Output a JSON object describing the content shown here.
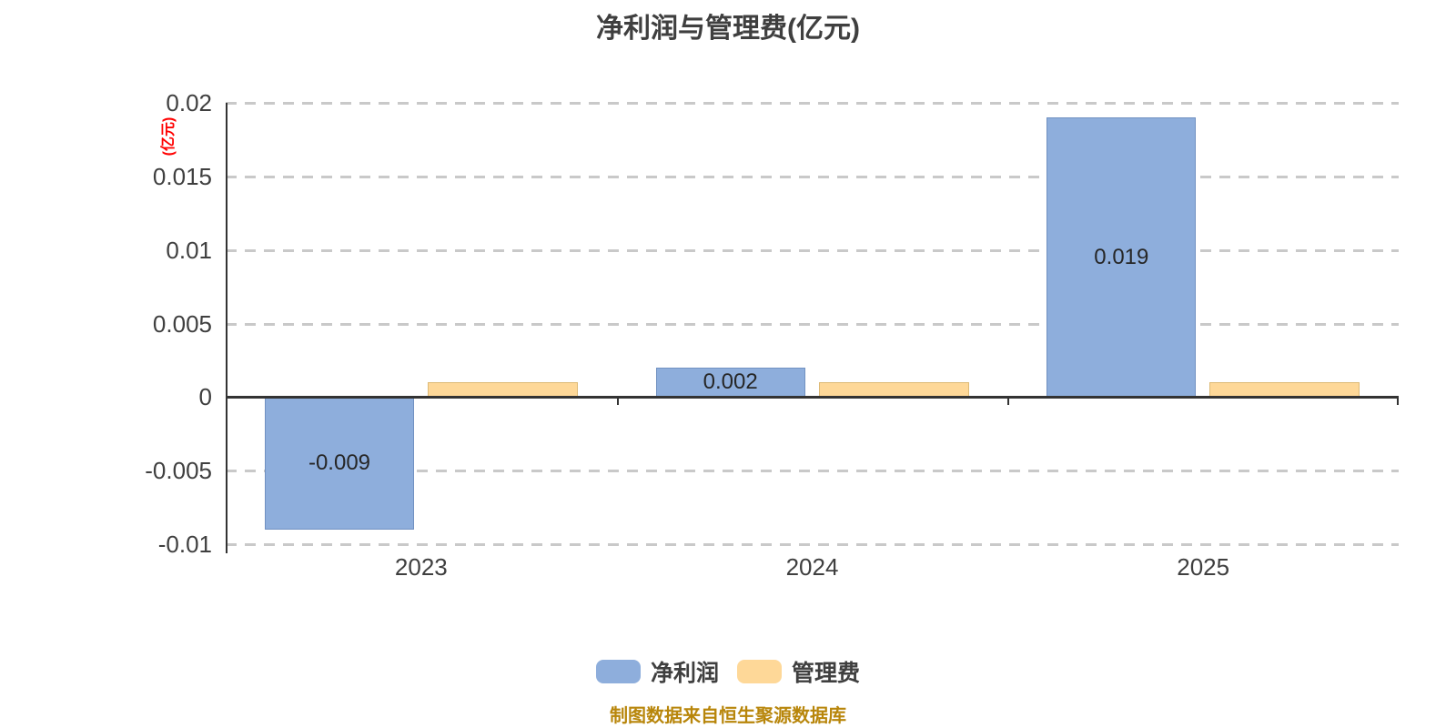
{
  "title": "净利润与管理费(亿元)",
  "y_axis": {
    "unit_label": "(亿元)",
    "unit_color": "#ff0000",
    "tick_labels": [
      "0.02",
      "0.015",
      "0.01",
      "0.005",
      "0",
      "-0.005",
      "-0.01"
    ],
    "tick_values": [
      0.02,
      0.015,
      0.01,
      0.005,
      0,
      -0.005,
      -0.01
    ]
  },
  "chart_data": {
    "type": "bar",
    "title": "净利润与管理费(亿元)",
    "categories": [
      "2023",
      "2024",
      "2025"
    ],
    "series": [
      {
        "name": "净利润",
        "color": "#8EAEDC",
        "border_color": "#7191C1",
        "values": [
          -0.009,
          0.002,
          0.019
        ],
        "data_labels": [
          "-0.009",
          "0.002",
          "0.019"
        ]
      },
      {
        "name": "管理费",
        "color": "#FED898",
        "border_color": "#DDBA76",
        "values": [
          0.001,
          0.001,
          0.001
        ],
        "data_labels": [
          "",
          "",
          ""
        ]
      }
    ],
    "ylim": [
      -0.01,
      0.02
    ],
    "ylabel": "(亿元)",
    "grid": "horizontal-dashed",
    "legend_position": "bottom"
  },
  "legend": [
    {
      "label": "净利润",
      "color": "#8EAEDC"
    },
    {
      "label": "管理费",
      "color": "#FED898"
    }
  ],
  "footer": {
    "source_text": "制图数据来自恒生聚源数据库",
    "color": "#B8860B"
  },
  "colors": {
    "axis": "#333333",
    "grid": "#c9c9c9",
    "text": "#3f3f3f",
    "value_label": "#262626"
  }
}
